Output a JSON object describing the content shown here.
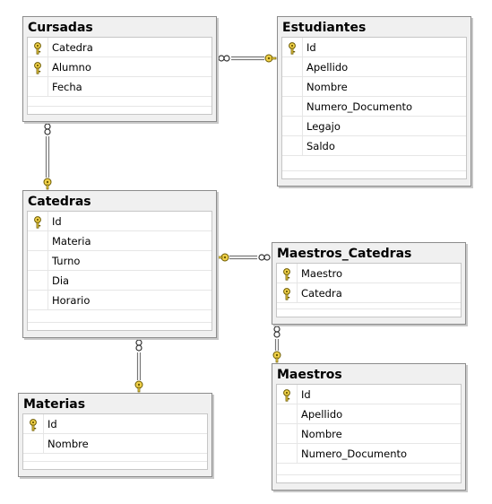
{
  "tables": [
    {
      "id": "cursadas",
      "name": "Cursadas",
      "columns": [
        {
          "name": "Catedra",
          "key": true
        },
        {
          "name": "Alumno",
          "key": true
        },
        {
          "name": "Fecha",
          "key": false
        }
      ]
    },
    {
      "id": "estudiantes",
      "name": "Estudiantes",
      "columns": [
        {
          "name": "Id",
          "key": true
        },
        {
          "name": "Apellido",
          "key": false
        },
        {
          "name": "Nombre",
          "key": false
        },
        {
          "name": "Numero_Documento",
          "key": false
        },
        {
          "name": "Legajo",
          "key": false
        },
        {
          "name": "Saldo",
          "key": false
        }
      ]
    },
    {
      "id": "catedras",
      "name": "Catedras",
      "columns": [
        {
          "name": "Id",
          "key": true
        },
        {
          "name": "Materia",
          "key": false
        },
        {
          "name": "Turno",
          "key": false
        },
        {
          "name": "Dia",
          "key": false
        },
        {
          "name": "Horario",
          "key": false
        }
      ]
    },
    {
      "id": "maestros-catedras",
      "name": "Maestros_Catedras",
      "columns": [
        {
          "name": "Maestro",
          "key": true
        },
        {
          "name": "Catedra",
          "key": true
        }
      ]
    },
    {
      "id": "materias",
      "name": "Materias",
      "columns": [
        {
          "name": "Id",
          "key": true
        },
        {
          "name": "Nombre",
          "key": false
        }
      ]
    },
    {
      "id": "maestros",
      "name": "Maestros",
      "columns": [
        {
          "name": "Id",
          "key": true
        },
        {
          "name": "Apellido",
          "key": false
        },
        {
          "name": "Nombre",
          "key": false
        },
        {
          "name": "Numero_Documento",
          "key": false
        }
      ]
    }
  ],
  "relationships": [
    {
      "from": "cursadas",
      "to": "estudiantes",
      "many_end": "cursadas",
      "one_end": "estudiantes"
    },
    {
      "from": "cursadas",
      "to": "catedras",
      "many_end": "cursadas",
      "one_end": "catedras"
    },
    {
      "from": "maestros-catedras",
      "to": "catedras",
      "many_end": "maestros-catedras",
      "one_end": "catedras"
    },
    {
      "from": "catedras",
      "to": "materias",
      "many_end": "catedras",
      "one_end": "materias"
    },
    {
      "from": "maestros-catedras",
      "to": "maestros",
      "many_end": "maestros-catedras",
      "one_end": "maestros"
    }
  ],
  "colors": {
    "key_gold": "#f2d24a",
    "key_outline": "#6b5a00",
    "connector": "#777777"
  }
}
